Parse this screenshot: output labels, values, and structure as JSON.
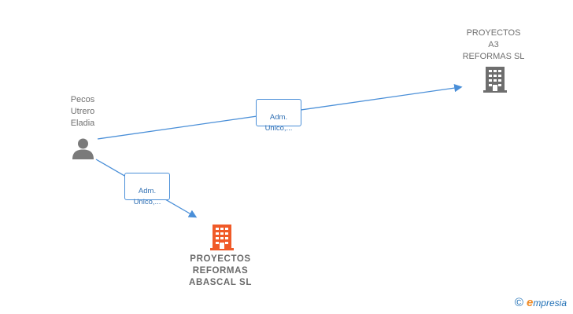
{
  "nodes": {
    "person": {
      "name": "Pecos\nUtrero\nEladia",
      "icon": "person-icon"
    },
    "company_a3": {
      "name": "PROYECTOS\nA3\nREFORMAS  SL",
      "icon": "building-icon",
      "color": "#6e6e6e"
    },
    "company_abascal": {
      "name": "PROYECTOS\nREFORMAS\nABASCAL  SL",
      "icon": "building-icon",
      "color": "#f05a28"
    }
  },
  "edges": [
    {
      "label": "Adm.\nUnico,..."
    },
    {
      "label": "Adm.\nUnico,..."
    }
  ],
  "colors": {
    "edge": "#4a8fd8"
  },
  "footer": {
    "copyright": "©",
    "brand_initial": "e",
    "brand_rest": "mpresia"
  }
}
